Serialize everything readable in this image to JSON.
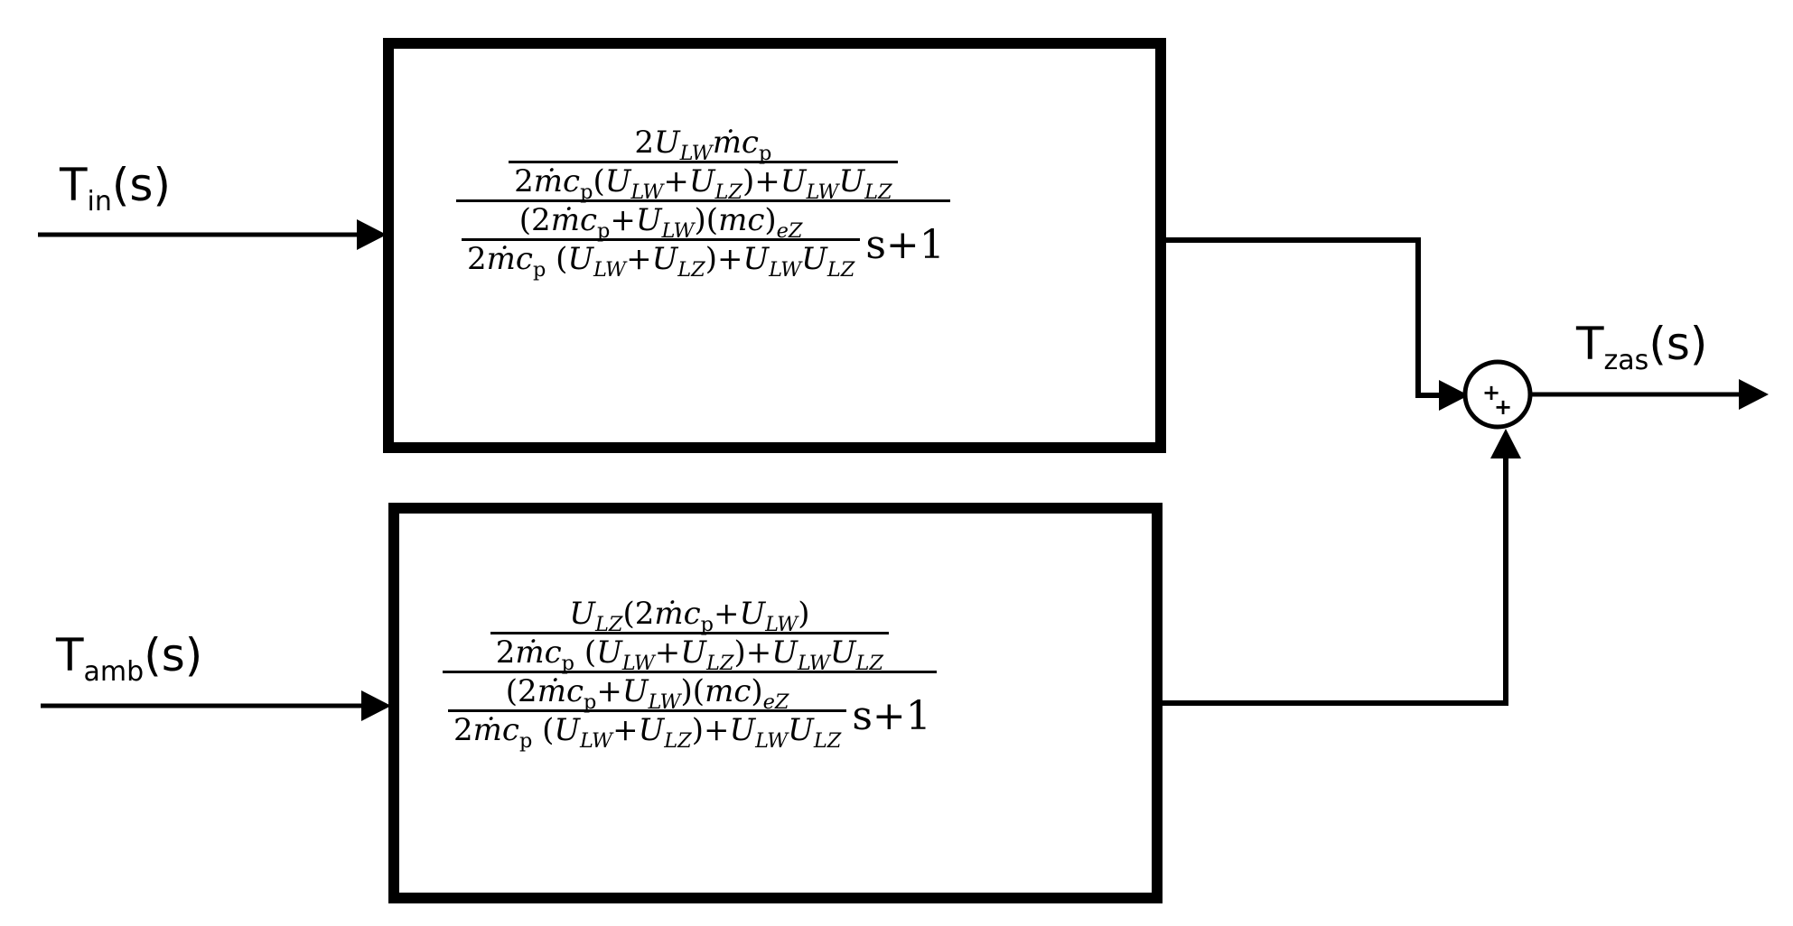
{
  "inputs": {
    "tin": {
      "main": "T",
      "sub": "in",
      "arg": "(s)"
    },
    "tamb": {
      "main": "T",
      "sub": "amb",
      "arg": "(s)"
    }
  },
  "output": {
    "main": "T",
    "sub": "zas",
    "arg": "(s)"
  },
  "summing_junction": {
    "signs": [
      "+",
      "+"
    ]
  },
  "block_top": {
    "gain_num": "2U_LW ṁc_p",
    "gain_den": "2ṁc_p(U_LW+U_LZ)+U_LW U_LZ",
    "tau_num": "(2ṁc_p+U_LW)(mc)_eZ",
    "tau_den": "2ṁc_p (U_LW+U_LZ)+U_LW U_LZ",
    "suffix": "s+1"
  },
  "block_bottom": {
    "gain_num": "U_LZ(2ṁc_p+U_LW)",
    "gain_den": "2ṁc_p (U_LW+U_LZ)+U_LW U_LZ",
    "tau_num": "(2ṁc_p+U_LW)(mc)_eZ",
    "tau_den": "2ṁc_p (U_LW+U_LZ)+U_LW U_LZ",
    "suffix": "s+1"
  }
}
